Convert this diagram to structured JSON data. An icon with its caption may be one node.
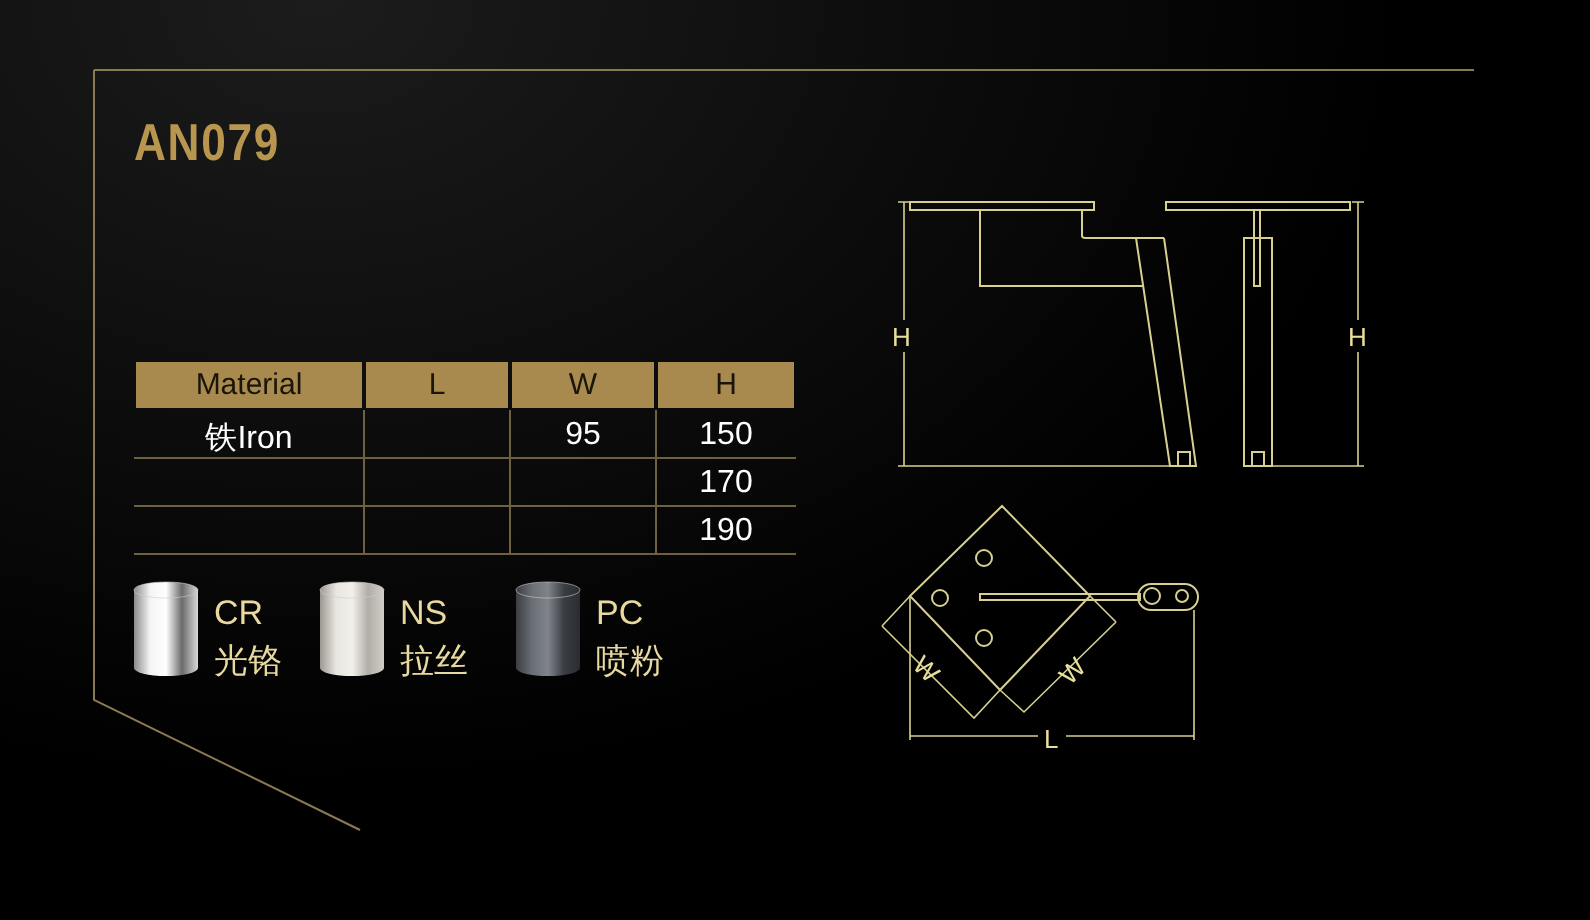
{
  "diagram": {
    "title": "AN079",
    "labels": [
      "Material",
      "L",
      "W",
      "H",
      "铁Iron",
      "95",
      "150",
      "170",
      "190",
      "CR",
      "光铬",
      "NS",
      "拉丝",
      "PC",
      "喷粉",
      "H",
      "H",
      "W",
      "W",
      "L"
    ]
  }
}
